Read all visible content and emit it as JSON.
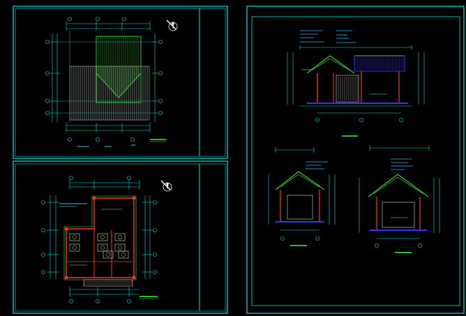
{
  "sheets": [
    {
      "name": "roof-plan-sheet"
    },
    {
      "name": "floor-plan-sheet"
    },
    {
      "name": "elevations-sheet"
    }
  ],
  "colors": {
    "background": "#000000",
    "frame": "#00e5e5",
    "roof": "#33ff33",
    "walls": "#ff3333",
    "floor": "#3333ff",
    "dimension": "#00e5e5",
    "tiles": "#dddddd"
  },
  "icons": {
    "north_arrow": "north-arrow-icon"
  }
}
